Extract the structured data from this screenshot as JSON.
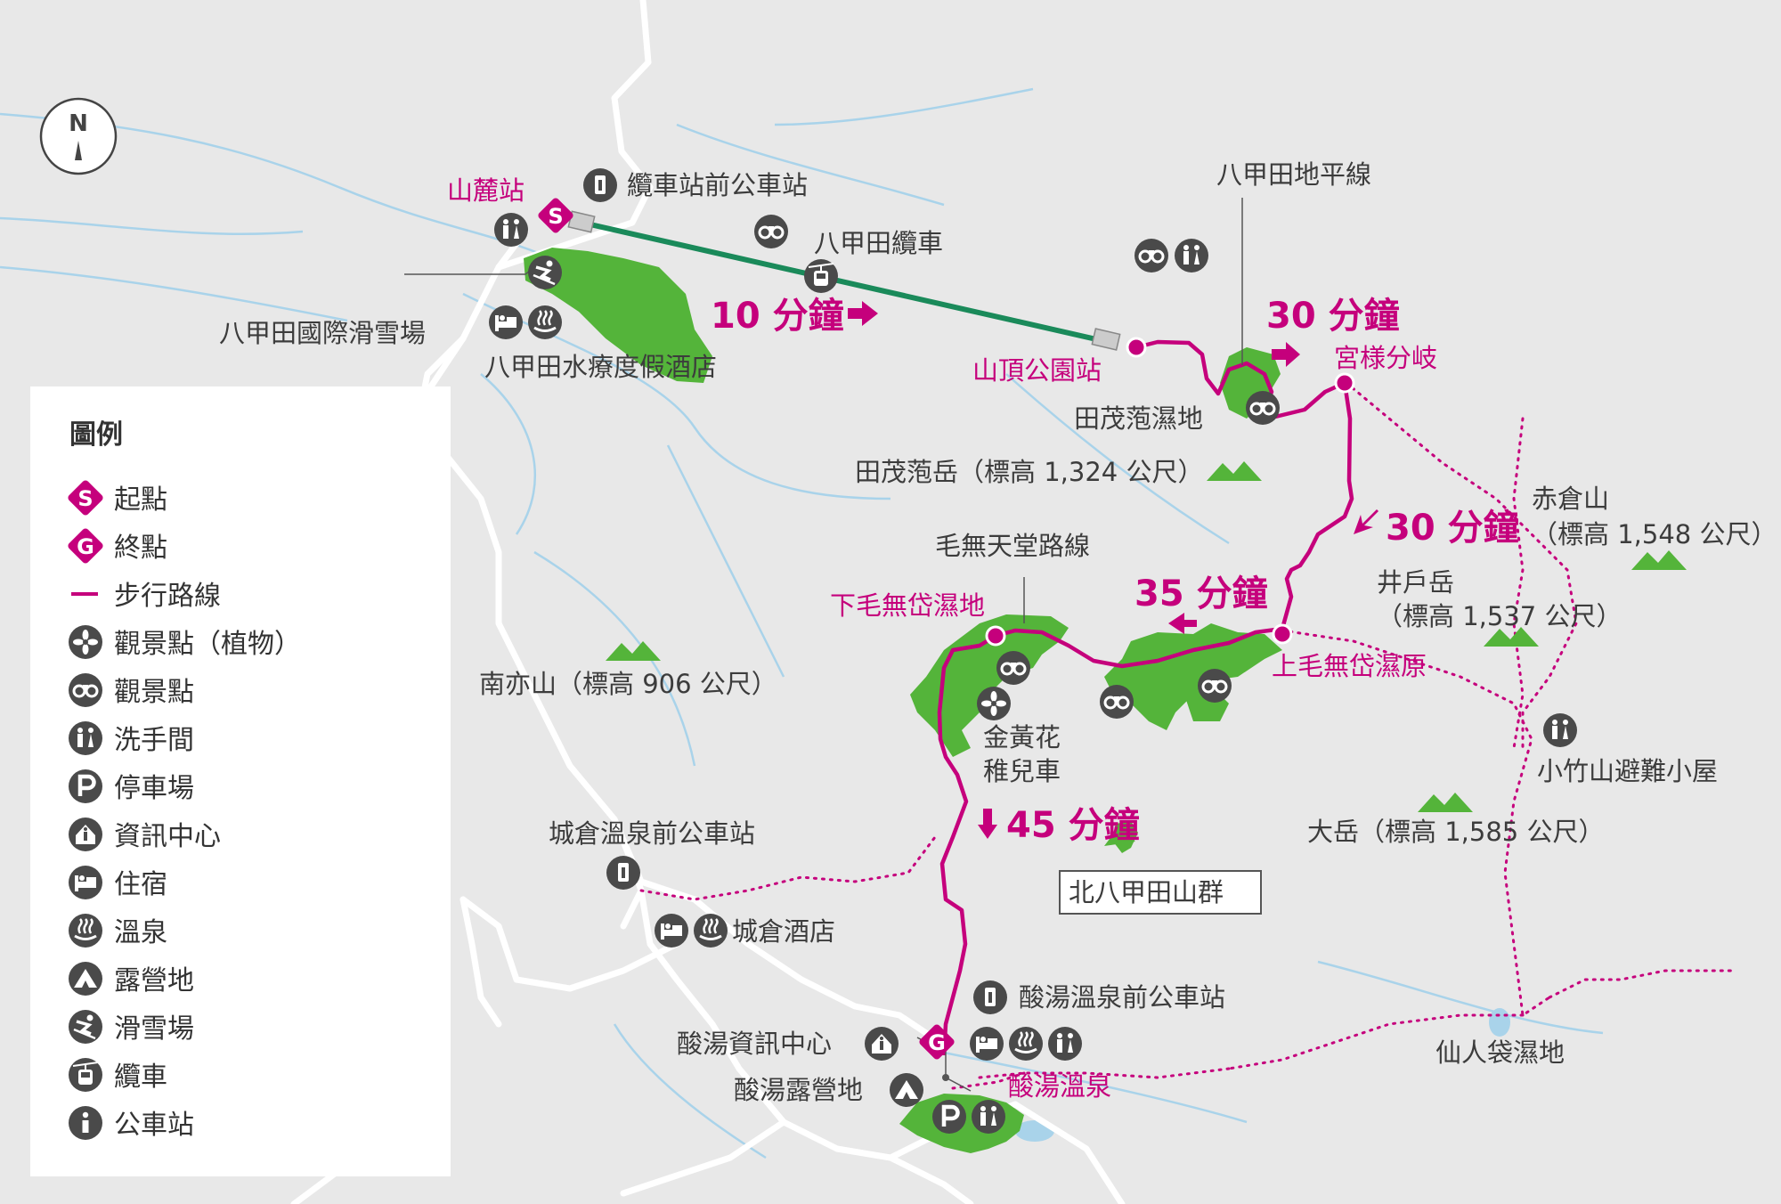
{
  "map": {
    "compass": "N",
    "colors": {
      "route": "#c5007c",
      "ropeway": "#1a8a5a",
      "land": "#54b43a",
      "background": "#e8e8e8",
      "water": "#a9d3ea",
      "road": "#ffffff"
    },
    "places": {
      "sanroku": "山麓站",
      "ropeway_bus": "纜車站前公車站",
      "ropeway": "八甲田纜車",
      "ski_resort": "八甲田國際滑雪場",
      "spa_hotel": "八甲田水療度假酒店",
      "sancho": "山頂公園站",
      "skyline": "八甲田地平線",
      "miyasama": "宮様分岐",
      "tamoyachi_marsh": "田茂萢濕地",
      "tamoyachi_peak": "田茂萢岳（標高 1,324 公尺）",
      "akakura": "赤倉山",
      "akakura_alt": "（標高 1,548 公尺）",
      "ido": "井戶岳",
      "ido_alt": "（標高 1,537 公尺）",
      "kamikemu": "上毛無岱濕原",
      "kedo_route": "毛無天堂路線",
      "shimokemu": "下毛無岱濕地",
      "minami_hakkoda": "南亦山（標高 906 公尺）",
      "kinbai": "金黃花",
      "chigo": "稚兒車",
      "kotake_hut": "小竹山避難小屋",
      "odake": "大岳（標高 1,585 公尺）",
      "jogakura_bus": "城倉溫泉前公車站",
      "jogakura_hotel": "城倉酒店",
      "mountains_box": "北八甲田山群",
      "sukayu_bus": "酸湯溫泉前公車站",
      "sukayu_info": "酸湯資訊中心",
      "sukayu_camp": "酸湯露營地",
      "sukayu_onsen": "酸湯溫泉",
      "sennin": "仙人袋濕地"
    },
    "times": {
      "t1": "10 分鐘",
      "t2": "30 分鐘",
      "t3": "30 分鐘",
      "t4": "35 分鐘",
      "t5": "45 分鐘"
    },
    "marker_start": "S",
    "marker_goal": "G"
  },
  "legend": {
    "title": "圖例",
    "items": [
      {
        "icon": "start-marker-icon",
        "label": "起點"
      },
      {
        "icon": "goal-marker-icon",
        "label": "終點"
      },
      {
        "icon": "route-line-icon",
        "label": "步行路線"
      },
      {
        "icon": "flower-icon",
        "label": "觀景點（植物）"
      },
      {
        "icon": "binoculars-icon",
        "label": "觀景點"
      },
      {
        "icon": "restroom-icon",
        "label": "洗手間"
      },
      {
        "icon": "parking-icon",
        "label": "停車場"
      },
      {
        "icon": "info-center-icon",
        "label": "資訊中心"
      },
      {
        "icon": "bed-icon",
        "label": "住宿"
      },
      {
        "icon": "hot-spring-icon",
        "label": "溫泉"
      },
      {
        "icon": "tent-icon",
        "label": "露營地"
      },
      {
        "icon": "skier-icon",
        "label": "滑雪場"
      },
      {
        "icon": "ropeway-icon",
        "label": "纜車"
      },
      {
        "icon": "bus-stop-icon",
        "label": "公車站"
      }
    ]
  }
}
